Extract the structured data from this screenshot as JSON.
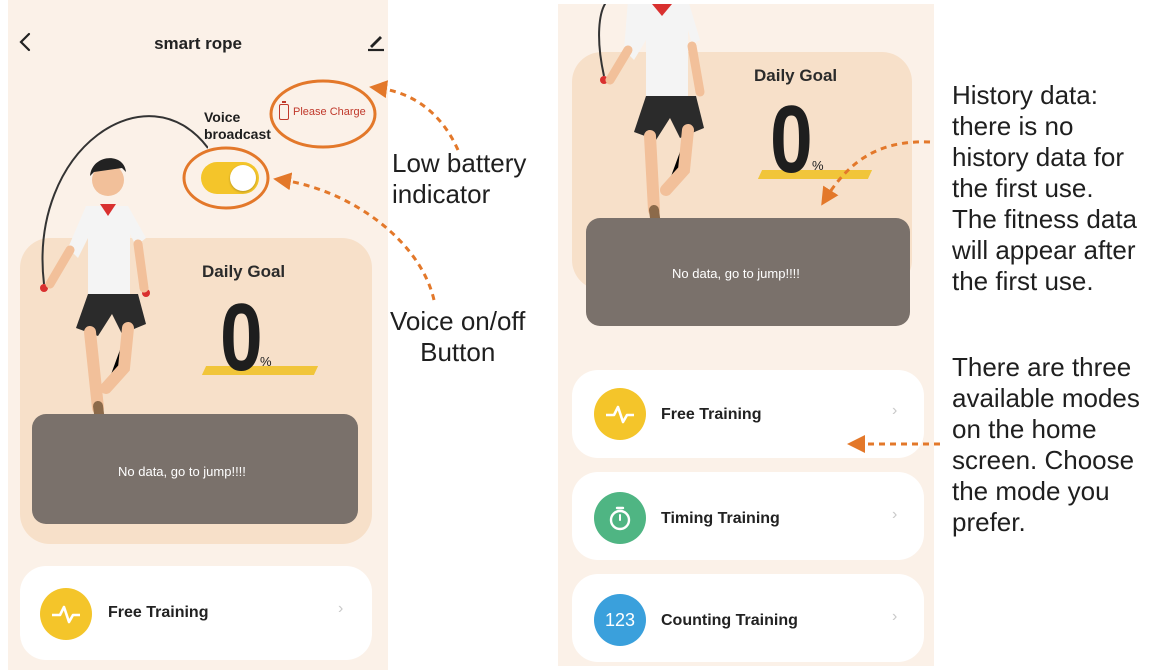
{
  "left_screen": {
    "header": {
      "title": "smart rope",
      "back_icon": "chevron-left-icon",
      "edit_icon": "edit-icon"
    },
    "voice": {
      "label_line1": "Voice",
      "label_line2": "broadcast",
      "state": "on"
    },
    "battery": {
      "text": "Please Charge",
      "icon": "battery-icon"
    },
    "goal": {
      "title": "Daily Goal",
      "value": "0",
      "unit": "%"
    },
    "no_data_text": "No data, go to jump!!!!",
    "modes": [
      {
        "label": "Free Training",
        "icon": "heartbeat-icon"
      }
    ]
  },
  "right_screen": {
    "goal": {
      "title": "Daily Goal",
      "value": "0",
      "unit": "%"
    },
    "no_data_text": "No data, go to jump!!!!",
    "modes": [
      {
        "label": "Free Training",
        "icon": "heartbeat-icon"
      },
      {
        "label": "Timing Training",
        "icon": "stopwatch-icon"
      },
      {
        "label": "Counting Training",
        "icon": "counter-icon",
        "icon_text": "123"
      }
    ]
  },
  "annotations": {
    "low_battery": [
      "Low battery",
      "indicator"
    ],
    "voice_button": [
      "Voice on/off",
      "Button"
    ],
    "history": [
      "History data:",
      "there is no",
      "history data for",
      "the first use.",
      "The fitness data",
      "will appear after",
      "the first use."
    ],
    "modes": [
      "There are three",
      "available modes",
      "on the home",
      "screen. Choose",
      "the mode you",
      "prefer."
    ]
  },
  "colors": {
    "accent_yellow": "#f4c52a",
    "annotation_orange": "#e3782a",
    "timing_green": "#4fb583",
    "counting_blue": "#3aa0dc",
    "screen_bg": "#fbf1e8"
  }
}
